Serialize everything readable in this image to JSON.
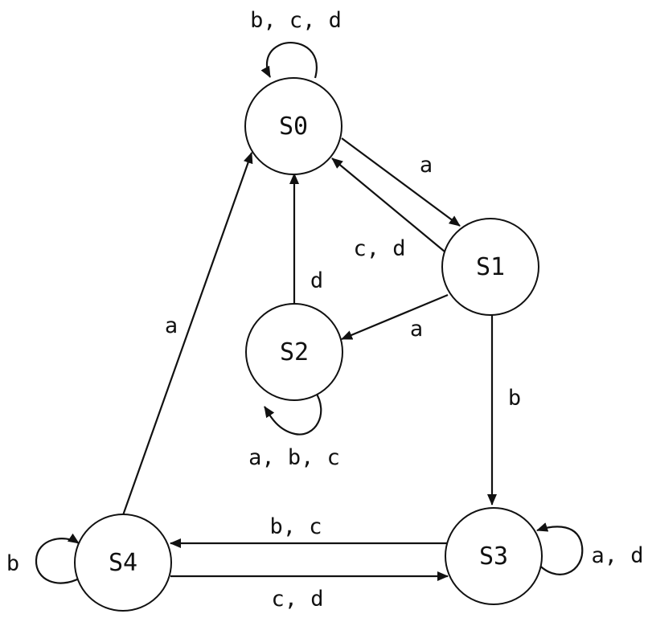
{
  "states": [
    {
      "id": "S0",
      "label": "S0"
    },
    {
      "id": "S1",
      "label": "S1"
    },
    {
      "id": "S2",
      "label": "S2"
    },
    {
      "id": "S3",
      "label": "S3"
    },
    {
      "id": "S4",
      "label": "S4"
    }
  ],
  "transitions": [
    {
      "from": "S0",
      "to": "S0",
      "label": "b, c, d"
    },
    {
      "from": "S0",
      "to": "S1",
      "label": "a"
    },
    {
      "from": "S1",
      "to": "S0",
      "label": "c, d"
    },
    {
      "from": "S1",
      "to": "S2",
      "label": "a"
    },
    {
      "from": "S1",
      "to": "S3",
      "label": "b"
    },
    {
      "from": "S2",
      "to": "S0",
      "label": "d"
    },
    {
      "from": "S2",
      "to": "S2",
      "label": "a, b, c"
    },
    {
      "from": "S3",
      "to": "S3",
      "label": "a, d"
    },
    {
      "from": "S3",
      "to": "S4",
      "label": "b, c"
    },
    {
      "from": "S4",
      "to": "S4",
      "label": "b"
    },
    {
      "from": "S4",
      "to": "S3",
      "label": "c, d"
    },
    {
      "from": "S4",
      "to": "S0",
      "label": "a"
    }
  ]
}
